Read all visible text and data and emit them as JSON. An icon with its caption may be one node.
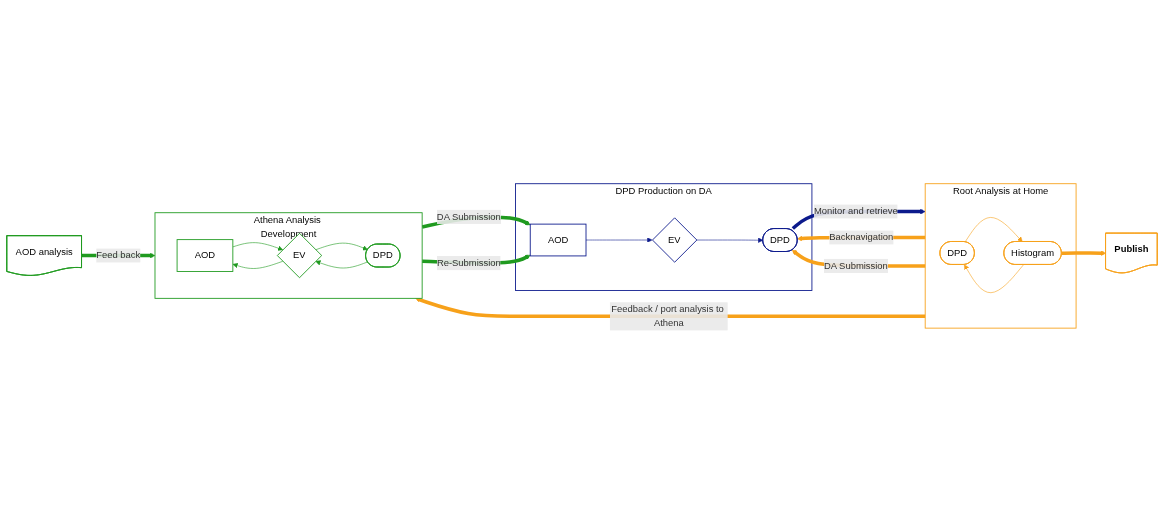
{
  "diagram": {
    "nodes": [
      {
        "text": [
          "Athena Analysis Development"
        ]
      },
      {
        "text": [
          "AOD"
        ],
        "in": 0
      },
      {
        "text": [
          "EV"
        ],
        "in": 0
      },
      {
        "text": [
          "DPD"
        ],
        "in": 0
      },
      {
        "text": [
          "Root Analysis at Home"
        ]
      },
      {
        "text": [
          "DPD"
        ],
        "in": 4
      },
      {
        "text": [
          "Histogram"
        ],
        "in": 4
      },
      {
        "text": [
          "DPD Production on DA"
        ]
      },
      {
        "text": [
          "AOD"
        ],
        "in": 7
      },
      {
        "text": [
          "EV"
        ],
        "in": 7
      },
      {
        "text": [
          "DPD"
        ],
        "in": 7
      },
      {
        "text": [
          "AOD analysis"
        ]
      },
      {
        "text": [
          "Publish"
        ]
      }
    ],
    "edges": [
      {
        "from": 1,
        "to": 2,
        "arrow": "to"
      },
      {
        "from": 2,
        "to": 1,
        "arrow": "to"
      },
      {
        "from": 2,
        "to": 3,
        "arrow": "to"
      },
      {
        "from": 3,
        "to": 2,
        "arrow": "to"
      },
      {
        "from": 5,
        "to": 6,
        "arrow": "to",
        "color": "#f7a11a"
      },
      {
        "from": 6,
        "to": 5,
        "arrow": "to",
        "color": "#f7a11a"
      },
      {
        "from": 8,
        "to": 9,
        "arrow": "to",
        "color": "#0c1a8c"
      },
      {
        "from": 9,
        "to": 10,
        "arrow": "to",
        "color": "#0c1a8c"
      },
      {
        "from": 11,
        "to": 0,
        "label": "Feed back",
        "arrow": "to",
        "style": "thick"
      },
      {
        "from": 0,
        "to": 8,
        "label": "DA Submission",
        "arrow": "to",
        "style": "thick"
      },
      {
        "from": 0,
        "to": 8,
        "label": "Re-Submission",
        "arrow": "to",
        "style": "thick"
      },
      {
        "from": 10,
        "to": 4,
        "label": "Monitor and retrieve",
        "arrow": "to",
        "style": "thick",
        "color": "#0c1a8c"
      },
      {
        "from": 4,
        "to": 0,
        "label": "Feedback / port analysis to Athena",
        "arrow": "to",
        "style": "thick",
        "color": "#f7a11a"
      },
      {
        "from": 6,
        "to": 12,
        "arrow": "to",
        "style": "thick",
        "color": "#f7a11a"
      },
      {
        "from": 4,
        "to": 10,
        "label": "Backnavigation",
        "arrow": "to",
        "style": "thick",
        "color": "#f7a11a"
      },
      {
        "from": 4,
        "to": 10,
        "label": "DA Submission",
        "arrow": "to",
        "style": "thick",
        "color": "#f7a11a"
      }
    ]
  }
}
